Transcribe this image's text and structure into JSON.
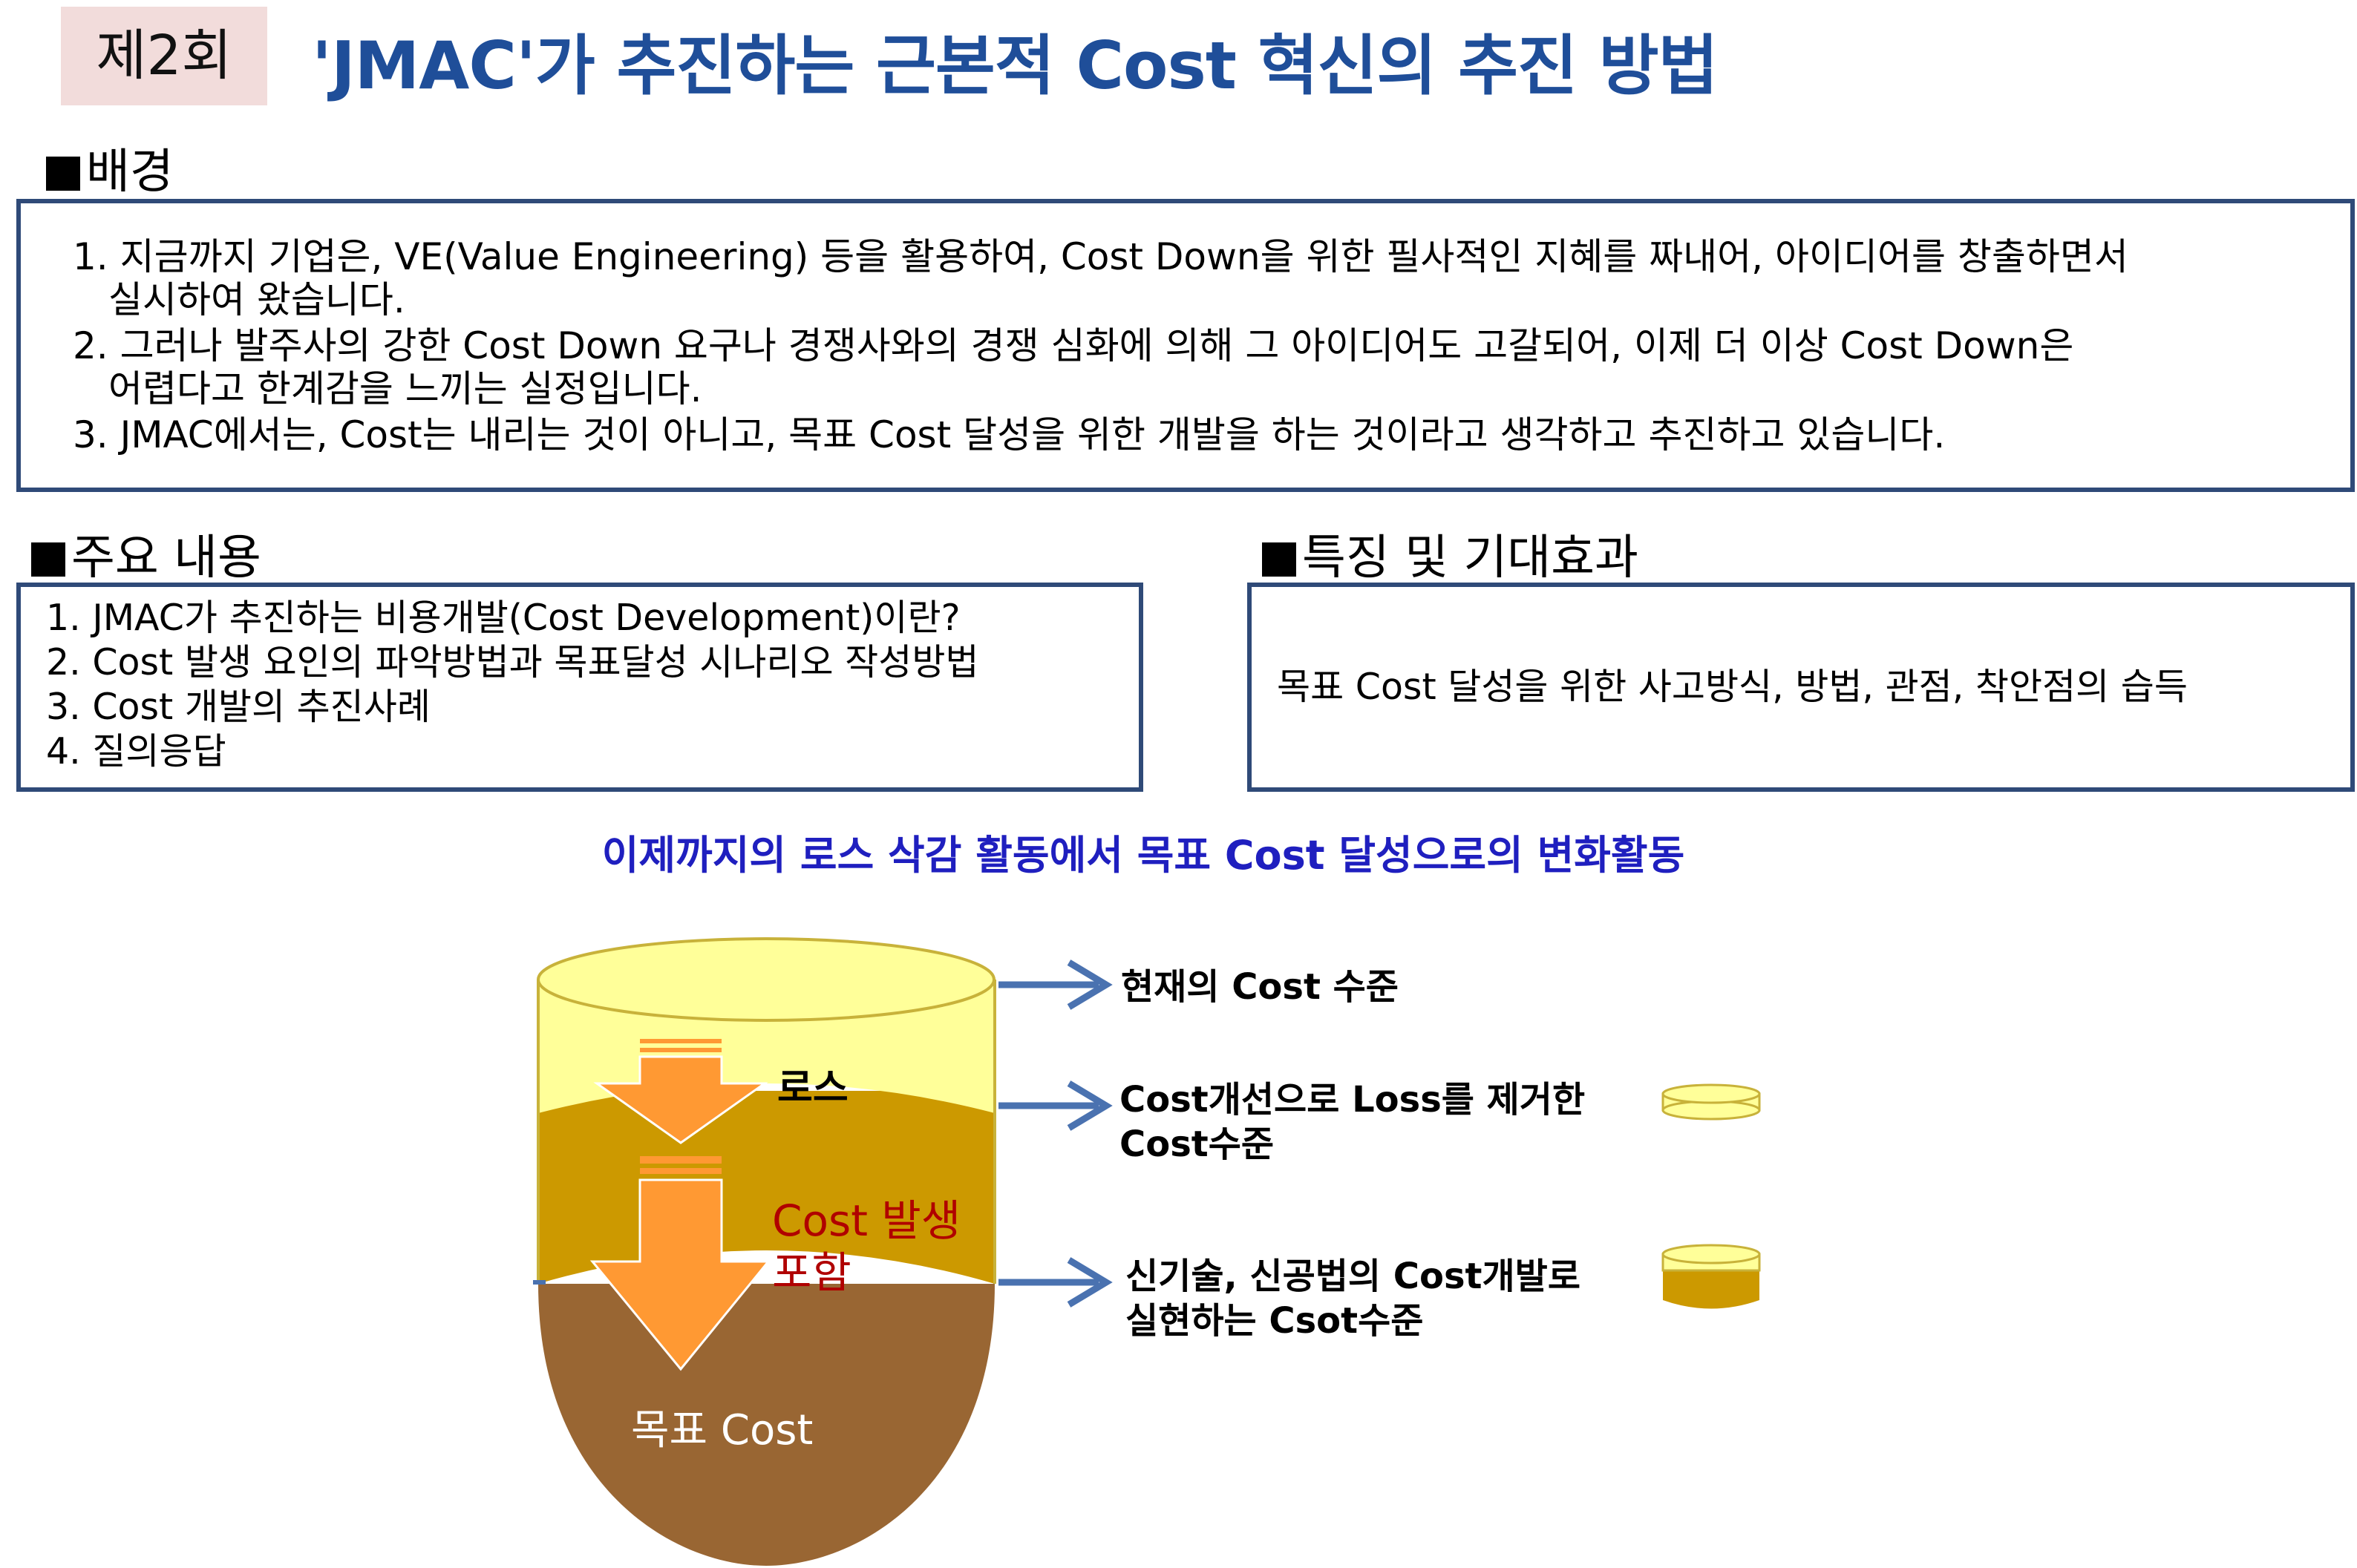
{
  "header": {
    "session": "제2회",
    "title": "'JMAC'가 추진하는 근본적 Cost 혁신의 추진 방법"
  },
  "background": {
    "heading": "배경",
    "lines": [
      "1.  지금까지 기업은, VE(Value Engineering) 등을 활용하여, Cost Down을 위한 필사적인 지혜를 짜내어, 아이디어를 창출하면서",
      "실시하여 왔습니다.",
      "2. 그러나 발주사의 강한 Cost Down 요구나 경쟁사와의 경쟁 심화에 의해 그 아이디어도 고갈되어, 이제 더 이상 Cost Down은",
      "어렵다고 한계감을 느끼는 실정입니다.",
      "3. JMAC에서는, Cost는 내리는 것이 아니고, 목표 Cost 달성을 위한  개발을 하는 것이라고 생각하고 추진하고 있습니다."
    ]
  },
  "main_content": {
    "heading": "주요 내용",
    "items": [
      "1. JMAC가 추진하는 비용개발(Cost Development)이란?",
      "2. Cost 발생 요인의 파악방법과 목표달성 시나리오 작성방법",
      "3. Cost 개발의 추진사례",
      "4. 질의응답"
    ]
  },
  "features": {
    "heading": "특징 및 기대효과",
    "text": "목표 Cost 달성을 위한 사고방식, 방법, 관점, 착안점의 습득"
  },
  "diagram": {
    "subtitle": "이제까지의 로스 삭감 활동에서 목표 Cost 달성으로의 변화활동",
    "label_loss": "로스",
    "label_cost_line1": "Cost 발생",
    "label_cost_line2": "포함",
    "label_target": "목표 Cost",
    "arrow1_text": "현재의 Cost 수준",
    "arrow2_line1": "Cost개선으로 Loss를 제거한",
    "arrow2_line2": "Cost수준",
    "arrow3_line1": "신기술, 신공법의 Cost개발로",
    "arrow3_line2": "실현하는  Csot수준",
    "colors": {
      "loss": "#ffff99",
      "cost": "#cc9900",
      "target": "#996633",
      "arrow": "#ff9933",
      "side_arrow": "#4a72b0"
    }
  }
}
